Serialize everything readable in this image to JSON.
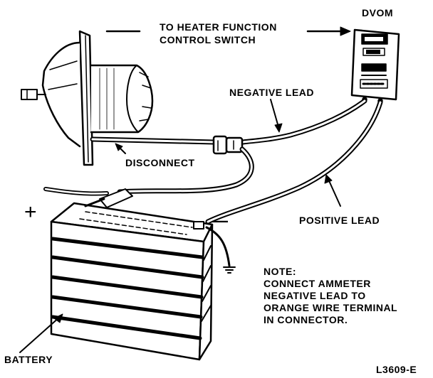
{
  "labels": {
    "heater_line1": "TO HEATER FUNCTION",
    "heater_line2": "CONTROL SWITCH",
    "dvom": "DVOM",
    "negative_lead": "NEGATIVE LEAD",
    "disconnect": "DISCONNECT",
    "positive_lead": "POSITIVE LEAD",
    "plus_sign": "+",
    "minus_sign": "—",
    "battery": "BATTERY",
    "figure_id": "L3609-E"
  },
  "note": {
    "title": "NOTE:",
    "lines": [
      "CONNECT AMMETER",
      "NEGATIVE LEAD TO",
      "ORANGE WIRE TERMINAL",
      "IN CONNECTOR."
    ]
  },
  "colors": {
    "ink": "#000000",
    "paper": "#ffffff"
  }
}
